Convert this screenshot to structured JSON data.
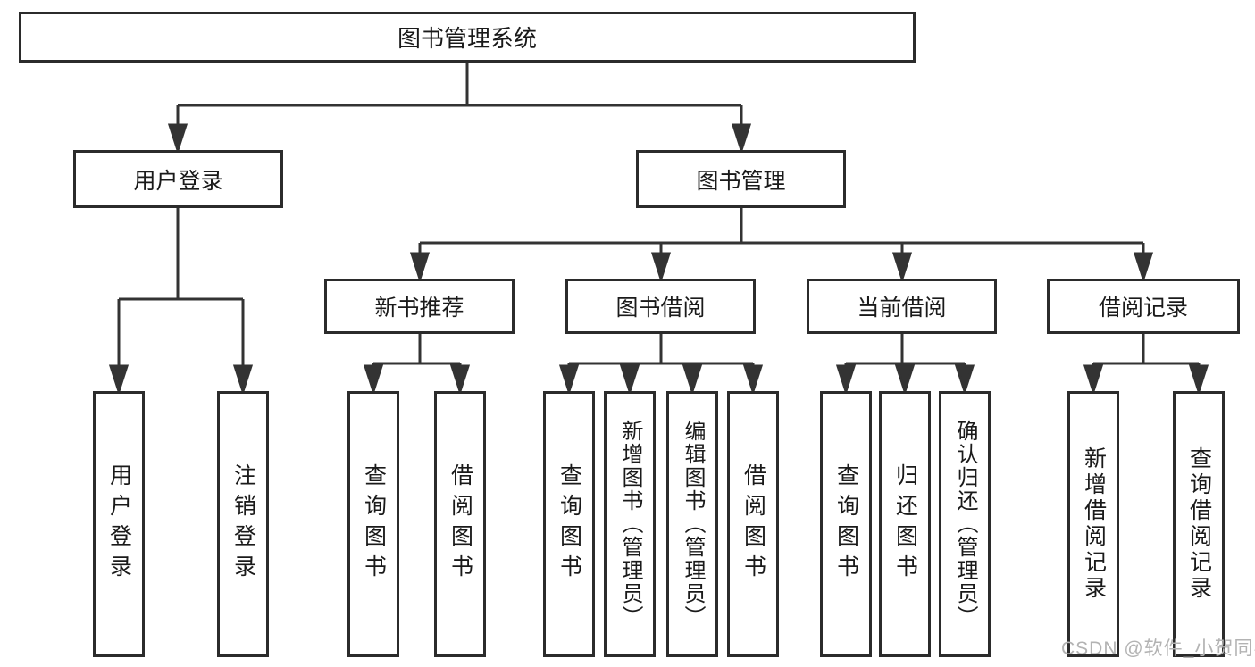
{
  "tree": {
    "label": "图书管理系统",
    "children": [
      {
        "label": "用户登录",
        "children": [
          {
            "label": "用户登录"
          },
          {
            "label": "注销登录"
          }
        ]
      },
      {
        "label": "图书管理",
        "children": [
          {
            "label": "新书推荐",
            "children": [
              {
                "label": "查询图书"
              },
              {
                "label": "借阅图书"
              }
            ]
          },
          {
            "label": "图书借阅",
            "children": [
              {
                "label": "查询图书"
              },
              {
                "label": "新增图书（管理员）"
              },
              {
                "label": "编辑图书（管理员）"
              },
              {
                "label": "借阅图书"
              }
            ]
          },
          {
            "label": "当前借阅",
            "children": [
              {
                "label": "查询图书"
              },
              {
                "label": "归还图书"
              },
              {
                "label": "确认归还（管理员）"
              }
            ]
          },
          {
            "label": "借阅记录",
            "children": [
              {
                "label": "新增借阅记录"
              },
              {
                "label": "查询借阅记录"
              }
            ]
          }
        ]
      }
    ]
  },
  "watermark": "CSDN @软件_小贺同学",
  "colors": {
    "line": "#333333",
    "border": "#2b2b2b",
    "text": "#1a1a1a",
    "watermark": "#b3b3b3",
    "background": "#ffffff"
  }
}
